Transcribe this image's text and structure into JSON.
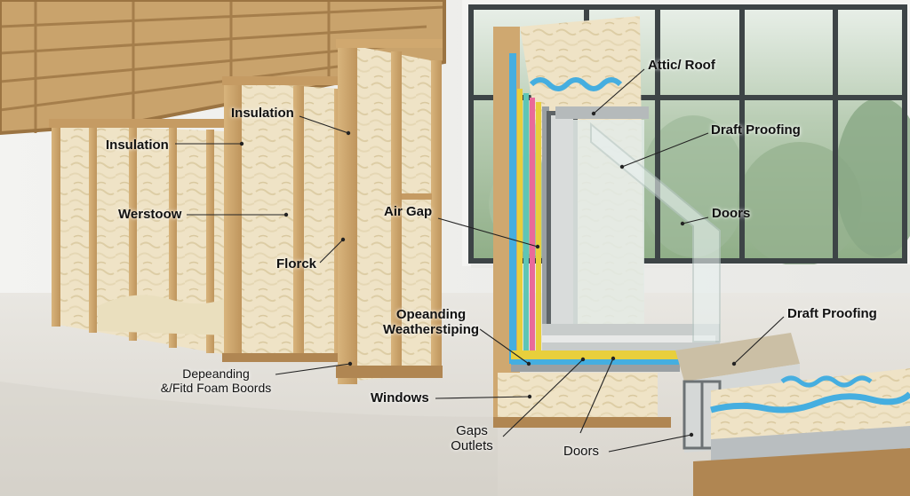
{
  "labels": {
    "attic_roof": "Attic/ Roof",
    "draft_proofing_top": "Draft Proofing",
    "doors_right": "Doors",
    "air_gap": "Air Gap",
    "insulation_center": "Insulation",
    "insulation_left": "Insulation",
    "werstoow": "Werstoow",
    "florck": "Florck",
    "opeanding_line1": "Opeanding",
    "opeanding_line2": "Weatherstiping",
    "draft_proofing_bottom": "Draft Proofing",
    "depeanding_line1": "Depeanding",
    "depeanding_line2": "&/Fitd Foam Boords",
    "windows": "Windows",
    "gaps": "Gaps",
    "outlets": "Outlets",
    "doors_bottom": "Doors"
  },
  "colors": {
    "wall_bg": "#efefec",
    "floor": "#e2dfd9",
    "wood": "#cfa870",
    "wood_dark": "#b08652",
    "insulation": "#efe3c6",
    "glass": "#dfe9e6",
    "window_frame": "#3d4446",
    "greenery": "#8fb08a",
    "layer_blue": "#45aee0",
    "layer_yellow": "#e8cf3c",
    "layer_pink": "#e96a9a",
    "layer_teal": "#5fc5b5",
    "layer_grey": "#9aa0a3"
  }
}
